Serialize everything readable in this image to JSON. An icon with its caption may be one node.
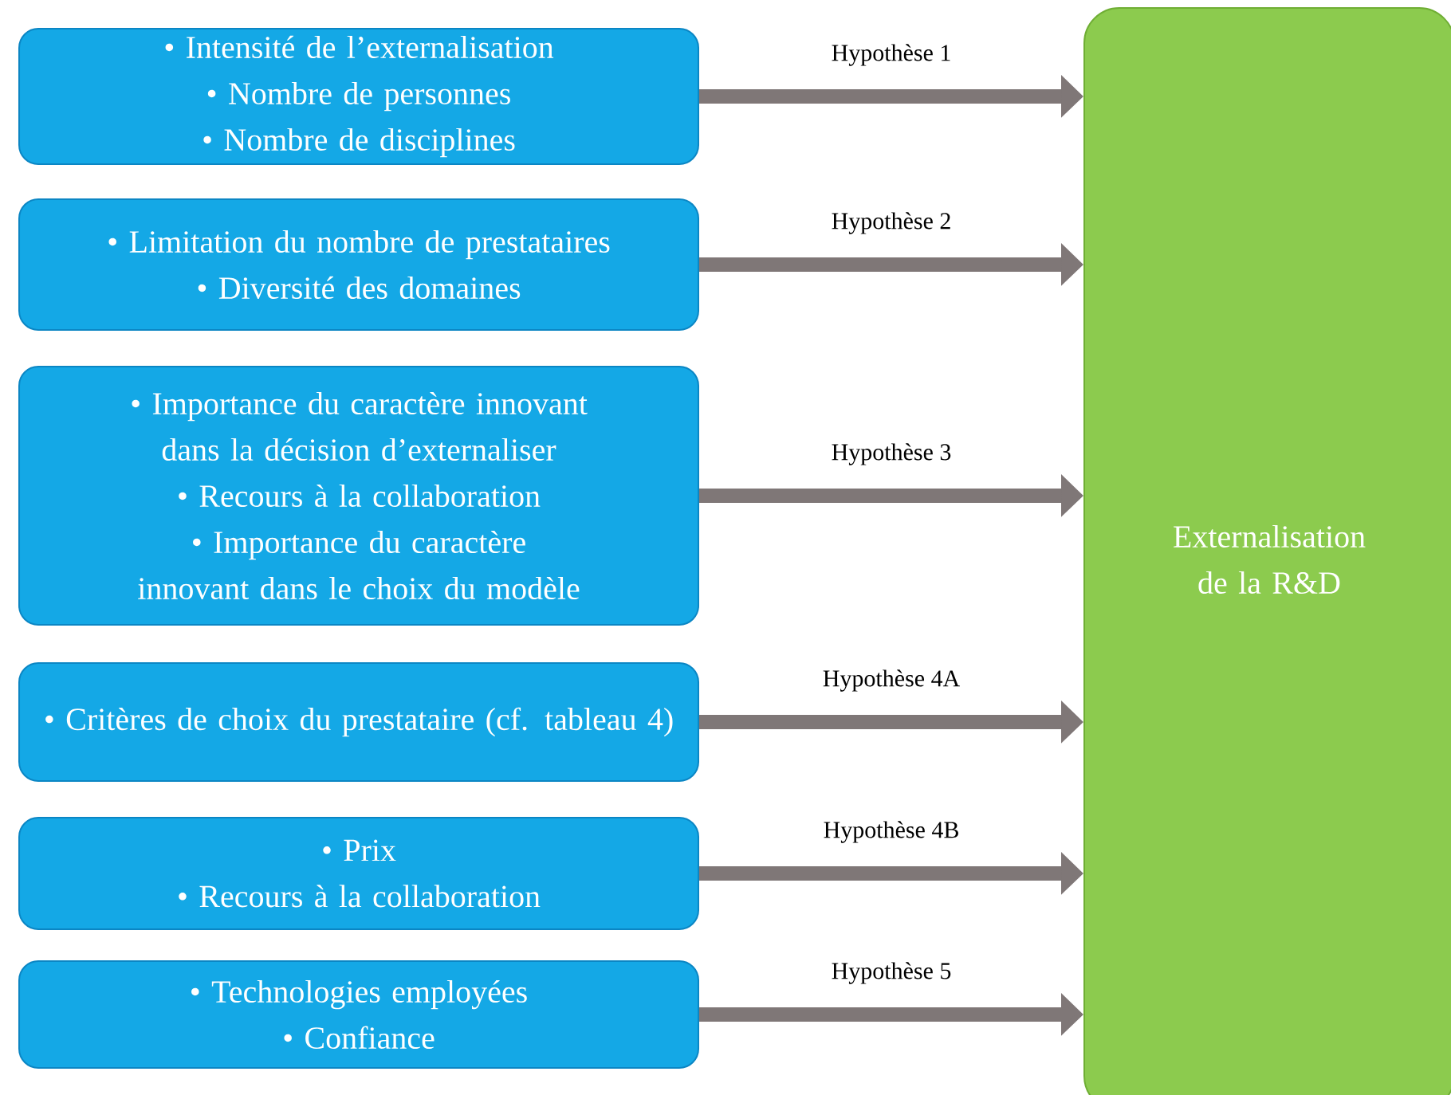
{
  "diagram": {
    "nodes": [
      {
        "text": [
          "•   Intensité de l’externalisation",
          "•   Nombre de personnes",
          "•   Nombre de disciplines"
        ]
      },
      {
        "text": [
          "•   Limitation du nombre de prestataires",
          "•   Diversité des domaines"
        ]
      },
      {
        "text": [
          "•   Importance du caractère innovant dans la décision d’externaliser",
          "•   Recours à la collaboration",
          "•   Importance du caractère innovant dans le choix du modèle"
        ]
      },
      {
        "text": [
          "•   Critères de choix du prestataire (cf. tableau 4)"
        ]
      },
      {
        "text": [
          "•   Prix",
          "•   Recours à la collaboration"
        ]
      },
      {
        "text": [
          "•   Technologies employées",
          "•   Confiance"
        ]
      },
      {
        "text": [
          "Externalisation de la R&D"
        ]
      }
    ],
    "edges": [
      {
        "from": 0,
        "to": 6,
        "arrow": "to",
        "label": "Hypothèse 1"
      },
      {
        "from": 1,
        "to": 6,
        "arrow": "to",
        "label": "Hypothèse 2"
      },
      {
        "from": 2,
        "to": 6,
        "arrow": "to",
        "label": "Hypothèse 3"
      },
      {
        "from": 3,
        "to": 6,
        "arrow": "to",
        "label": "Hypothèse 4A"
      },
      {
        "from": 4,
        "to": 6,
        "arrow": "to",
        "label": "Hypothèse 4B"
      },
      {
        "from": 5,
        "to": 6,
        "arrow": "to",
        "label": "Hypothèse 5"
      }
    ]
  }
}
